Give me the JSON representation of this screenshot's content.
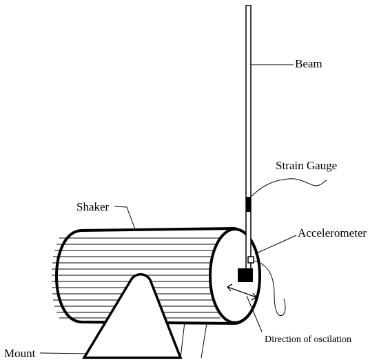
{
  "diagram": {
    "labels": {
      "beam": "Beam",
      "strain_gauge": "Strain Gauge",
      "shaker": "Shaker",
      "accelerometer": "Accelerometer",
      "mount": "Mount",
      "direction": "Direction of oscilation"
    },
    "colors": {
      "line": "#000000",
      "background": "#ffffff"
    }
  }
}
